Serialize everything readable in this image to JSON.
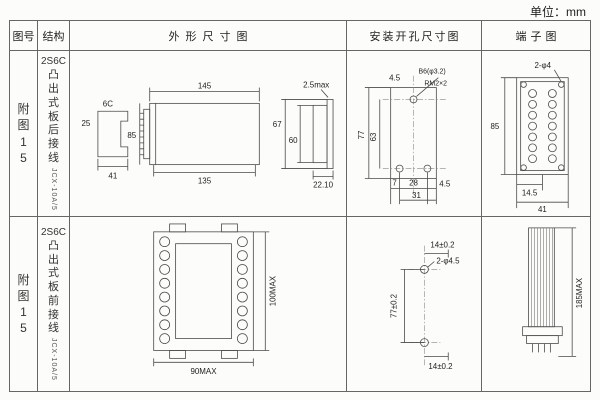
{
  "unit_label": "单位：mm",
  "header": {
    "fig_no": "图号",
    "structure": "结构",
    "outline": "外形尺寸图",
    "install": "安装开孔尺寸图",
    "terminal": "端子图"
  },
  "rows": [
    {
      "fig": "附图15",
      "model": "2S6C",
      "structure": "凸出式板后接线",
      "type_code": "JCX-10A/5",
      "outline": {
        "d6c": "6C",
        "d25": "25",
        "d41": "41",
        "d85": "85",
        "d145": "145",
        "d135": "135",
        "d67": "67",
        "d60": "60",
        "d25max": "2.5max",
        "d2210": "22.10"
      },
      "install": {
        "d45top": "4.5",
        "b6": "B6(φ3.2)",
        "rm": "RM2×2",
        "d77": "77",
        "d63": "63",
        "d7": "7",
        "d28": "28",
        "d45b": "4.5",
        "d31": "31"
      },
      "terminal": {
        "holes": "2-φ4",
        "d85": "85",
        "d145": "14.5",
        "d41": "41"
      }
    },
    {
      "fig": "附图15",
      "model": "2S6C",
      "structure": "凸出式板前接线",
      "type_code": "JCX-10A/5",
      "outline": {
        "h": "100MAX",
        "w": "90MAX"
      },
      "install": {
        "dtop": "14±0.2",
        "holes": "2-φ4.5",
        "dv": "77±0.2",
        "dbot": "14±0.2"
      },
      "terminal": {
        "h": "185MAX"
      }
    }
  ]
}
